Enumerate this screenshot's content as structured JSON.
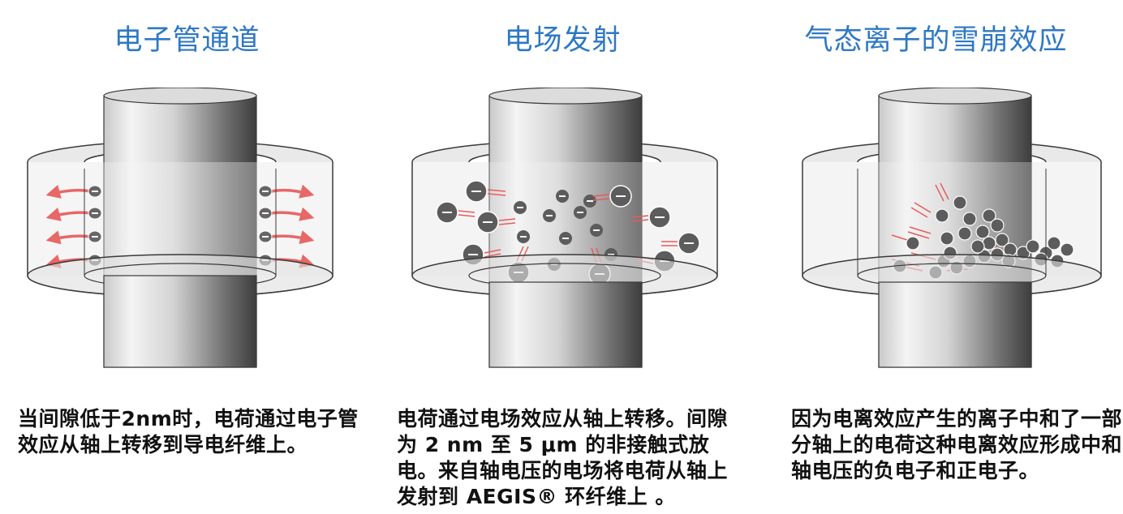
{
  "colors": {
    "title": "#2e78c4",
    "text": "#111111",
    "arrow": "#e01b1b",
    "electron_fill": "#1a1a1a",
    "sleeve_fill": "#e9e9e9",
    "stroke": "#3a3a3a"
  },
  "panels": [
    {
      "title": "电子管通道",
      "caption": "当间隙低于2nm时，电荷通过电子管效应从轴上转移到导电纤维上。"
    },
    {
      "title": "电场发射",
      "caption": "电荷通过电场效应从轴上转移。间隙为 2 nm 至 5 μm 的非接触式放电。来自轴电压的电场将电荷从轴上发射到 AEGIS® 环纤维上 。"
    },
    {
      "title": "气态离子的雪崩效应",
      "caption": "因为电离效应产生的离子中和了一部分轴上的电荷这种电离效应形成中和轴电压的负电子和正电子。"
    }
  ]
}
